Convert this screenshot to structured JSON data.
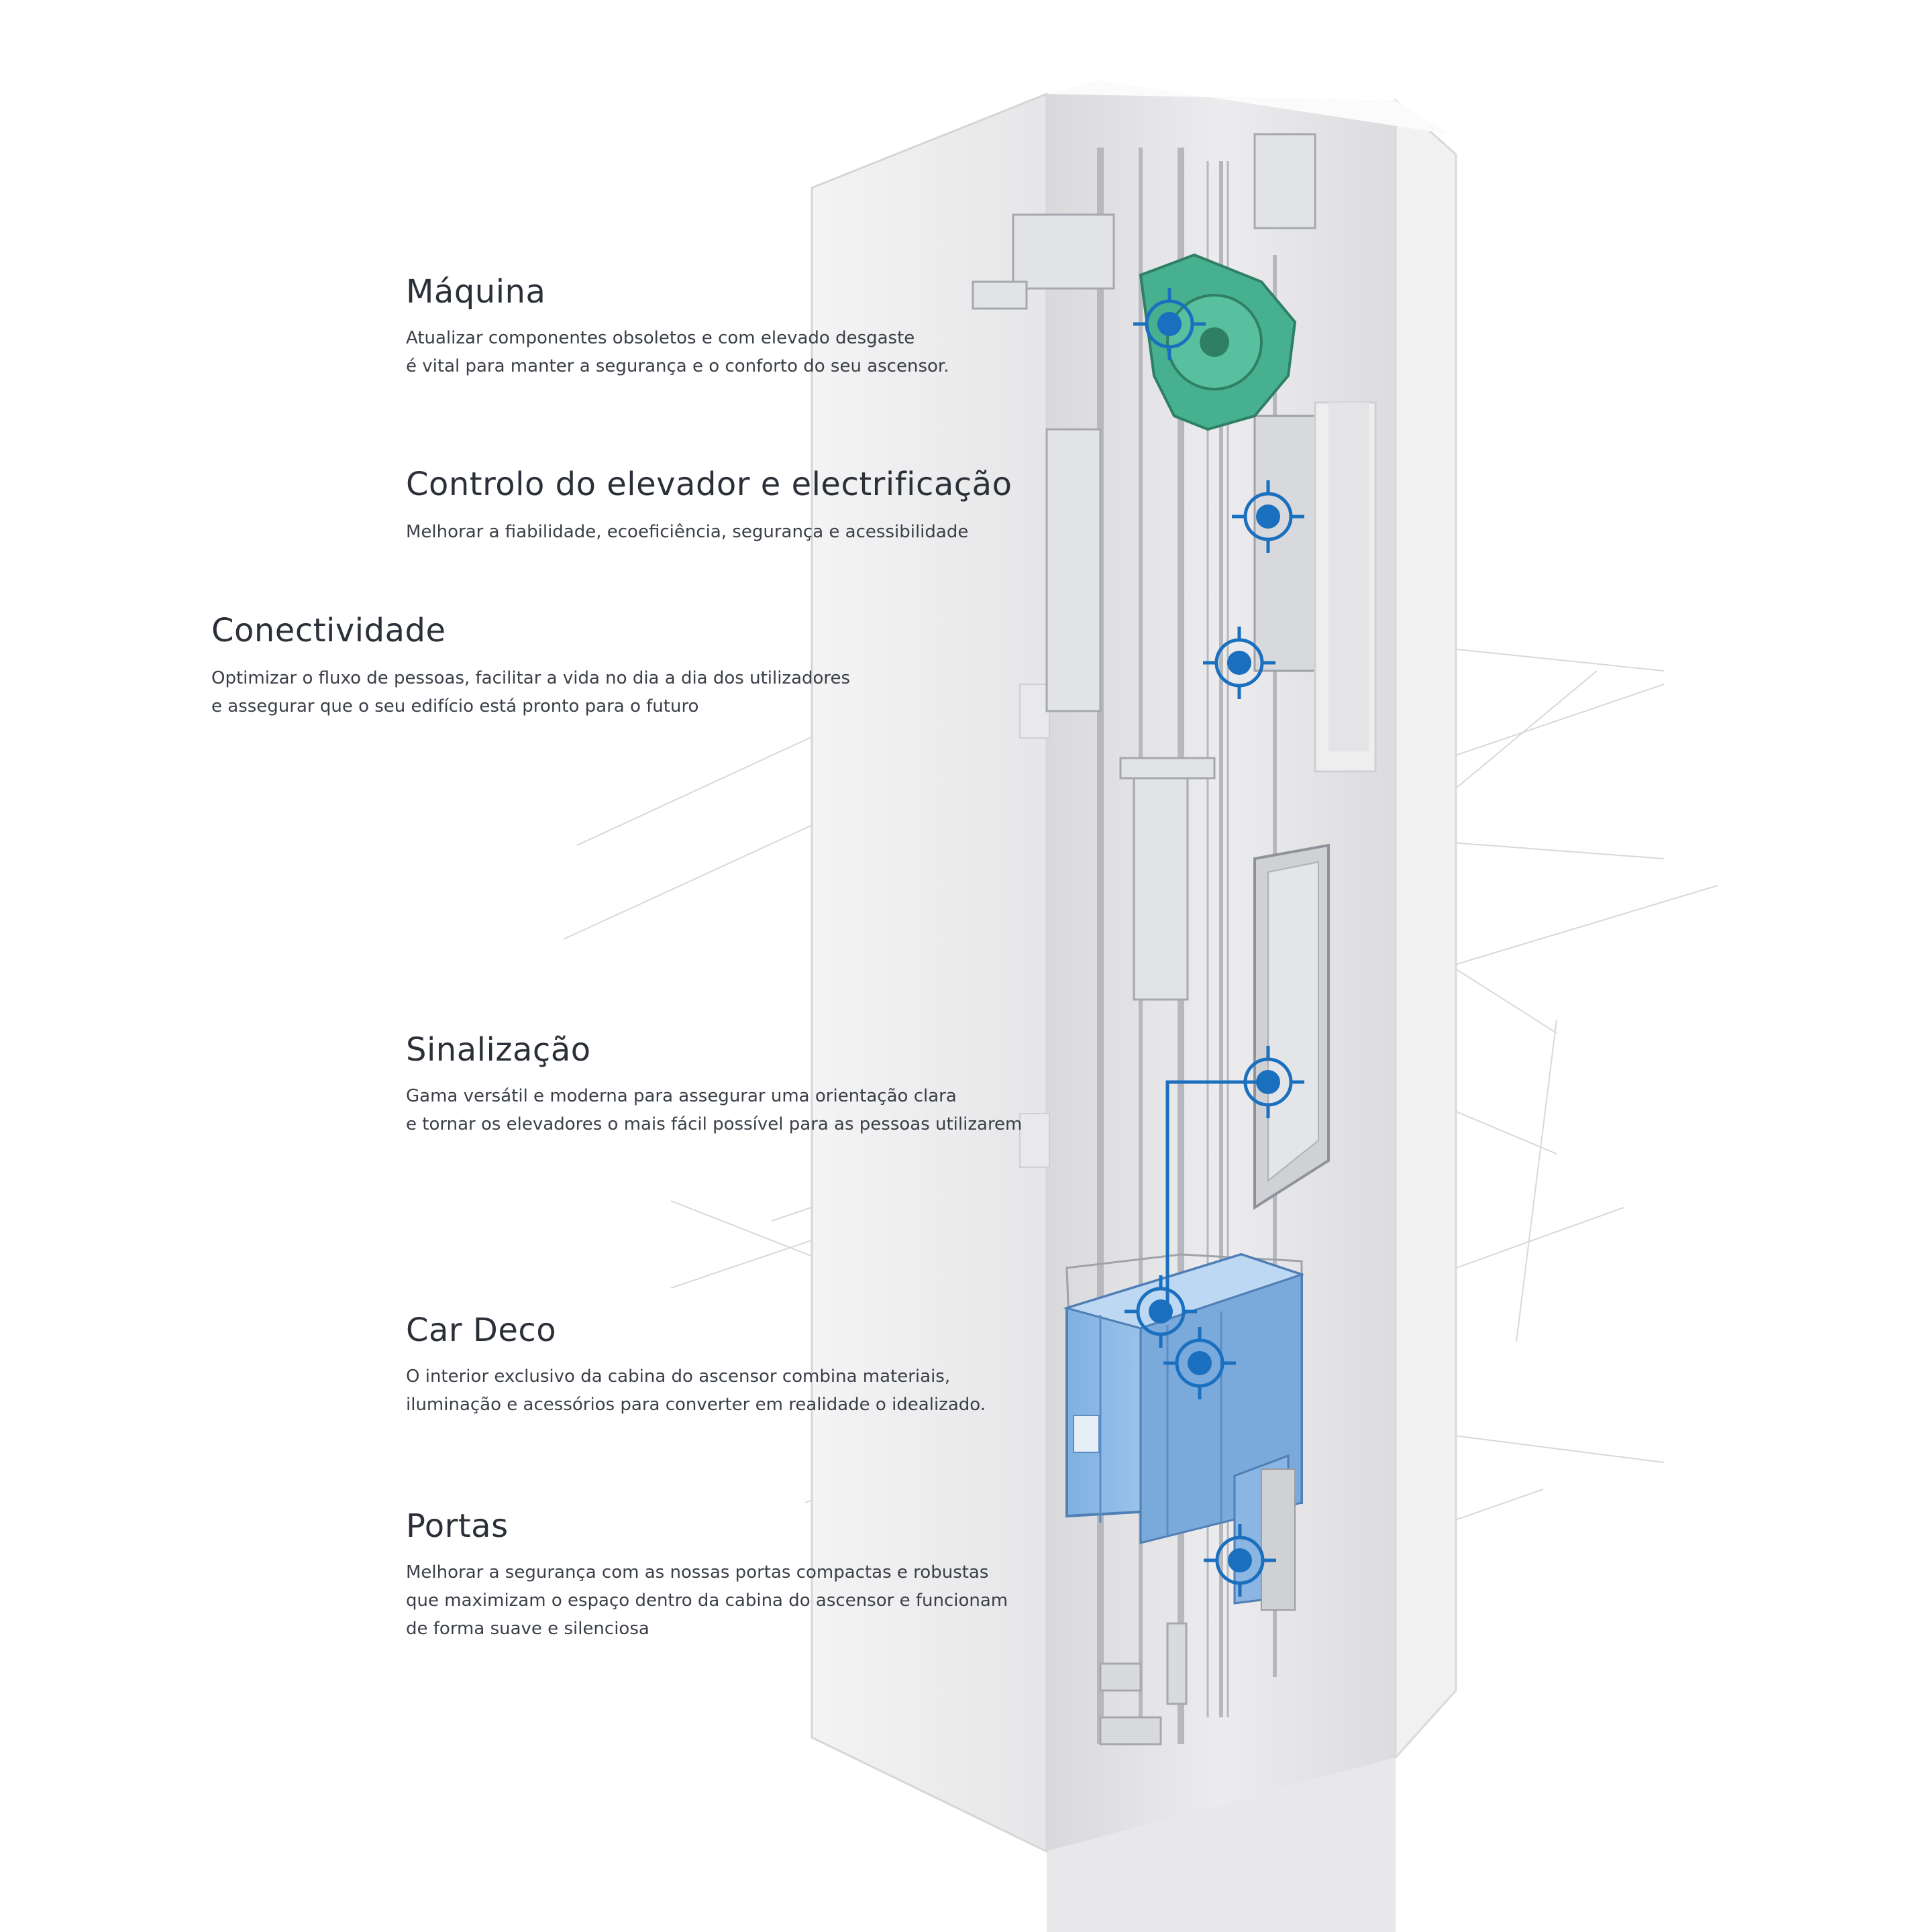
{
  "accent_color": "#1a6fbf",
  "machine_color": "#3fae8a",
  "cabin_color": "#8fbbe6",
  "callouts": [
    {
      "title": "Máquina",
      "description": "Atualizar componentes obsoletos e com elevado desgaste\né vital para manter a segurança e o conforto do seu ascensor."
    },
    {
      "title": "Controlo do elevador e electrificação",
      "description": "Melhorar a fiabilidade, ecoeficiência, segurança e acessibilidade"
    },
    {
      "title": "Conectividade",
      "description": "Optimizar o fluxo de pessoas, facilitar a vida no dia a dia dos utilizadores\ne assegurar que o seu edifício está pronto para o futuro"
    },
    {
      "title": "Sinalização",
      "description": "Gama versátil e moderna para assegurar uma orientação clara\ne tornar os elevadores o mais fácil possível para as pessoas utilizarem"
    },
    {
      "title": "Car Deco",
      "description": "O interior exclusivo da cabina do ascensor combina materiais,\niluminação e acessórios para converter em realidade o idealizado."
    },
    {
      "title": "Portas",
      "description": "Melhorar a segurança com as nossas portas compactas e robustas\nque maximizam o espaço dentro da cabina do ascensor e funcionam\nde forma suave e silenciosa"
    }
  ]
}
